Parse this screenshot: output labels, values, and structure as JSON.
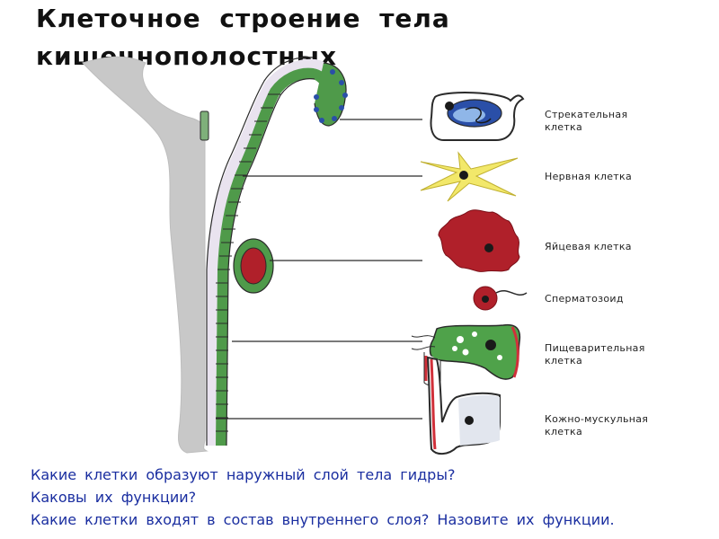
{
  "title": {
    "line1": "Клеточное строение тела",
    "line2": "кишечнополостных"
  },
  "cell_labels": {
    "stinging": [
      "Стрекательная",
      "клетка"
    ],
    "nerve": [
      "Нервная клетка"
    ],
    "egg": [
      "Яйцевая клетка"
    ],
    "sperm": [
      "Сперматозоид"
    ],
    "digestive": [
      "Пищеварительная",
      "клетка"
    ],
    "skin_muscle": [
      "Кожно-мускульная",
      "клетка"
    ]
  },
  "questions": [
    "Какие клетки образуют наружный слой тела гидры?",
    "Каковы их функции?",
    "Какие клетки входят в состав внутреннего слоя? Назовите их функции."
  ],
  "colors": {
    "body_gray": "#c8c8c8",
    "ectoderm_green": "#4f9a4a",
    "cell_outline": "#2a2a2a",
    "stinging_blue": "#2a4fa8",
    "nerve_yellow": "#f2e86a",
    "egg_red": "#b0202a",
    "muscle_red": "#d0303a",
    "question_blue": "#1a2ea0"
  }
}
